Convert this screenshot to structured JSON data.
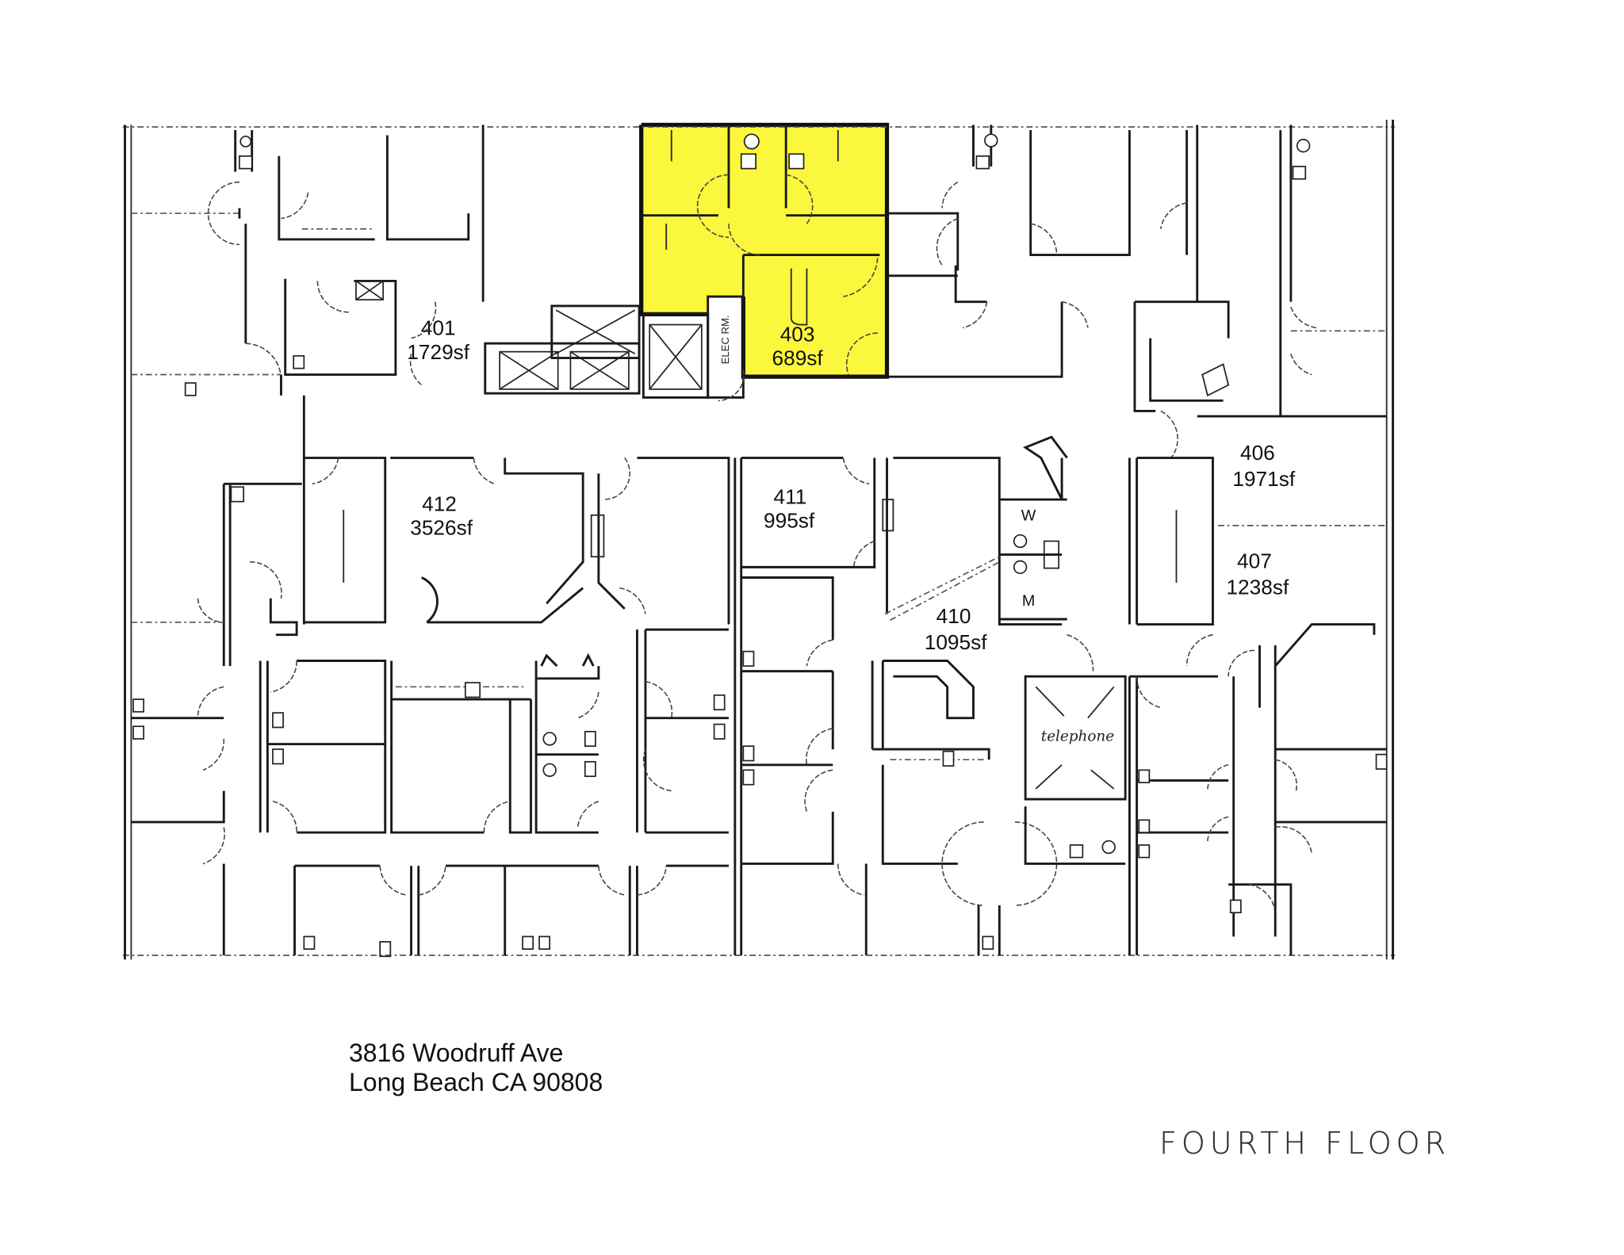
{
  "plan": {
    "title": "FOURTH FLOOR",
    "highlight_color": "#fbf73c",
    "address": {
      "line1": "3816 Woodruff Ave",
      "line2": "Long Beach CA 90808"
    },
    "suites": [
      {
        "id": "401",
        "number": "401",
        "area": "1729sf",
        "highlighted": false
      },
      {
        "id": "403",
        "number": "403",
        "area": "689sf",
        "highlighted": true
      },
      {
        "id": "406",
        "number": "406",
        "area": "1971sf",
        "highlighted": false
      },
      {
        "id": "407",
        "number": "407",
        "area": "1238sf",
        "highlighted": false
      },
      {
        "id": "410",
        "number": "410",
        "area": "1095sf",
        "highlighted": false
      },
      {
        "id": "411",
        "number": "411",
        "area": "995sf",
        "highlighted": false
      },
      {
        "id": "412",
        "number": "412",
        "area": "3526sf",
        "highlighted": false
      }
    ],
    "annotations": {
      "electrical_room": "ELEC RM.",
      "telephone": "telephone",
      "restroom_women": "W",
      "restroom_men": "M"
    }
  }
}
